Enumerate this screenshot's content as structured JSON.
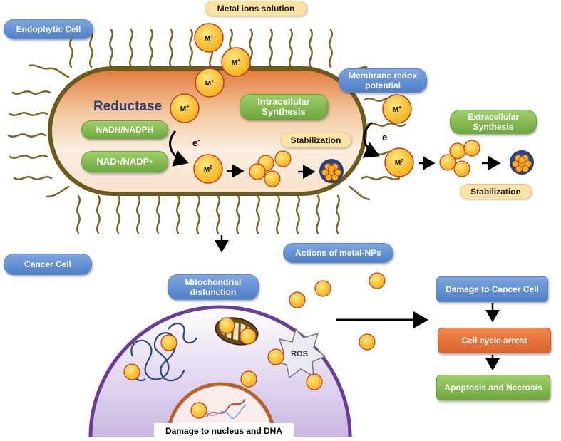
{
  "labels": {
    "endophytic_cell": "Endophytic Cell",
    "metal_ions_solution": "Metal ions solution",
    "membrane_redox": "Membrane redox potential",
    "extracellular_synthesis": "Extracellular Synthesis",
    "reductase": "Reductase",
    "nadh_nadph": "NADH/NADPH",
    "nad_nadp_base1": "NAD",
    "nad_nadp_sup1": "+",
    "nad_nadp_base2": "/NADP",
    "nad_nadp_sup2": "+",
    "intracellular_synthesis": "Intracellular Synthesis",
    "stabilization_intra": "Stabilization",
    "stabilization_extra": "Stabilization",
    "cancer_cell": "Cancer Cell",
    "actions_metal_nps": "Actions of metal-NPs",
    "mitochondrial_disfunction": "Mitochondrial disfunction",
    "ros": "ROS",
    "damage_nucleus_dna": "Damage to nucleus and DNA",
    "damage_cancer_cell": "Damage to Cancer Cell",
    "cell_cycle_arrest": "Cell cycle arrest",
    "apoptosis_necrosis": "Apoptosis and Necrosis",
    "ion_base": "M",
    "ion_sup": "+",
    "atom_base": "M",
    "atom_sup": "0",
    "electron_base": "e",
    "electron_sup": "-"
  },
  "colors": {
    "blue_label": "#5b86c7",
    "green_label": "#6ea83f",
    "tan_label": "#fbe2a6",
    "orange_label": "#d9622d",
    "cell_membrane": "#6b5a1e",
    "cancer_membrane": "#6a3d9a",
    "particle_fill": "#f7c21d",
    "particle_edge": "#c0392b"
  }
}
